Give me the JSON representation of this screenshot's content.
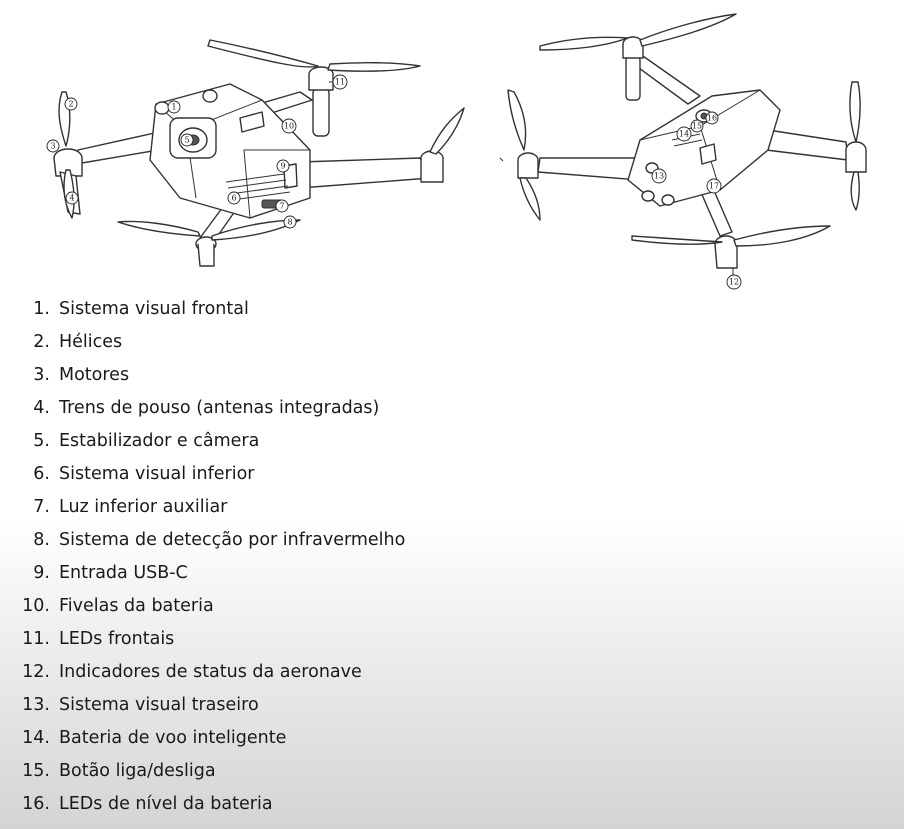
{
  "diagram": {
    "left_view_callouts": [
      "1",
      "2",
      "3",
      "4",
      "5",
      "6",
      "7",
      "8",
      "9",
      "10",
      "11"
    ],
    "right_view_callouts": [
      "12",
      "13",
      "14",
      "15",
      "16",
      "17"
    ]
  },
  "parts": [
    {
      "num": "1.",
      "label": "Sistema visual frontal"
    },
    {
      "num": "2.",
      "label": "Hélices"
    },
    {
      "num": "3.",
      "label": "Motores"
    },
    {
      "num": "4.",
      "label": "Trens de pouso (antenas integradas)"
    },
    {
      "num": "5.",
      "label": "Estabilizador e câmera"
    },
    {
      "num": "6.",
      "label": "Sistema visual inferior"
    },
    {
      "num": "7.",
      "label": "Luz inferior auxiliar"
    },
    {
      "num": "8.",
      "label": "Sistema de detecção por infravermelho"
    },
    {
      "num": "9.",
      "label": "Entrada USB-C"
    },
    {
      "num": "10.",
      "label": "Fivelas da bateria"
    },
    {
      "num": "11.",
      "label": "LEDs frontais"
    },
    {
      "num": "12.",
      "label": "Indicadores de status da aeronave"
    },
    {
      "num": "13.",
      "label": "Sistema visual traseiro"
    },
    {
      "num": "14.",
      "label": "Bateria de voo inteligente"
    },
    {
      "num": "15.",
      "label": "Botão liga/desliga"
    },
    {
      "num": "16.",
      "label": "LEDs de nível da bateria"
    }
  ]
}
